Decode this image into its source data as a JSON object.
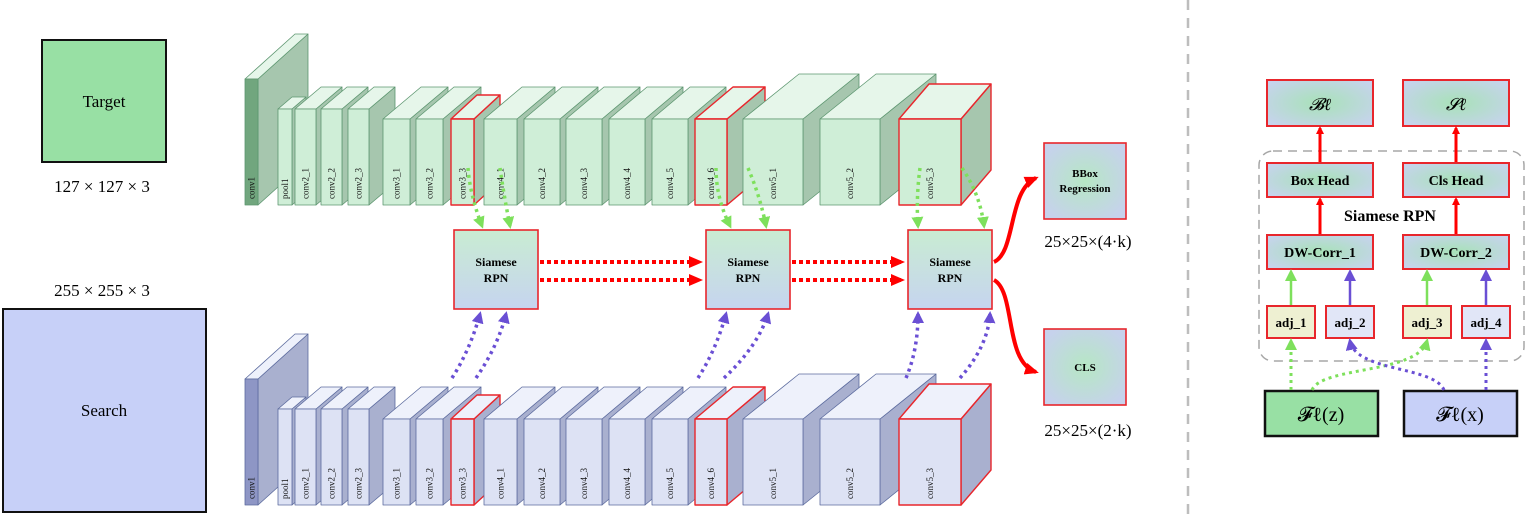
{
  "inputs": {
    "target": {
      "label": "Target",
      "size": "127 × 127 × 3"
    },
    "search": {
      "label": "Search",
      "size": "255 × 255 × 3"
    }
  },
  "backbone_layers": [
    {
      "label": "conv1",
      "highlighted": false
    },
    {
      "label": "pool1",
      "highlighted": false
    },
    {
      "label": "conv2_1",
      "highlighted": false
    },
    {
      "label": "conv2_2",
      "highlighted": false
    },
    {
      "label": "conv2_3",
      "highlighted": false
    },
    {
      "label": "conv3_1",
      "highlighted": false
    },
    {
      "label": "conv3_2",
      "highlighted": false
    },
    {
      "label": "conv3_3",
      "highlighted": true
    },
    {
      "label": "conv4_1",
      "highlighted": false
    },
    {
      "label": "conv4_2",
      "highlighted": false
    },
    {
      "label": "conv4_3",
      "highlighted": false
    },
    {
      "label": "conv4_4",
      "highlighted": false
    },
    {
      "label": "conv4_5",
      "highlighted": false
    },
    {
      "label": "conv4_6",
      "highlighted": true
    },
    {
      "label": "conv5_1",
      "highlighted": false
    },
    {
      "label": "conv5_2",
      "highlighted": false
    },
    {
      "label": "conv5_3",
      "highlighted": true
    }
  ],
  "rpn_blocks": [
    {
      "label_line1": "Siamese",
      "label_line2": "RPN"
    },
    {
      "label_line1": "Siamese",
      "label_line2": "RPN"
    },
    {
      "label_line1": "Siamese",
      "label_line2": "RPN"
    }
  ],
  "outputs": {
    "bbox": {
      "label_line1": "BBox",
      "label_line2": "Regression",
      "size": "25×25×(4·k)"
    },
    "cls": {
      "label": "CLS",
      "size": "25×25×(2·k)"
    }
  },
  "rpn_detail": {
    "title": "Siamese RPN",
    "bbox_output": "𝓑ℓ",
    "cls_output": "𝓢ℓ",
    "box_head": "Box Head",
    "cls_head": "Cls Head",
    "dw_corr_1": "DW-Corr_1",
    "dw_corr_2": "DW-Corr_2",
    "adj_1": "adj_1",
    "adj_2": "adj_2",
    "adj_3": "adj_3",
    "adj_4": "adj_4",
    "feature_z": "𝓕ℓ(z)",
    "feature_x": "𝓕ℓ(x)"
  },
  "colors": {
    "green_face": "#cfeed7",
    "green_side": "#a6c6ae",
    "green_top": "#e6f6ea",
    "green_dark": "#71a67e",
    "blue_face": "#dde2f4",
    "blue_side": "#a9b0cf",
    "blue_top": "#eef1fb",
    "blue_dark": "#8e96c5",
    "target_fill": "#98e0a4",
    "search_fill": "#c7d0f8",
    "highlight": "#e8262c",
    "arrow_red": "#ff0000",
    "arrow_green": "#7ee05c",
    "arrow_purple": "#6a4fd4",
    "edge_green": "#5d9670",
    "edge_blue": "#5c6b9e"
  }
}
